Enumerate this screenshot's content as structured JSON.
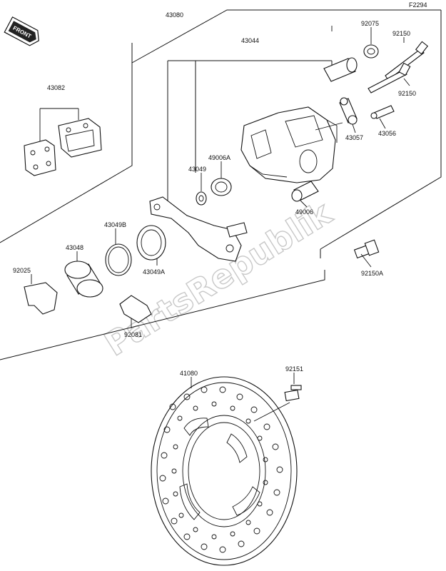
{
  "diagram": {
    "code": "F2294",
    "direction_label": "FRONT",
    "watermark": "PartsRepublik",
    "parts": [
      {
        "id": "p43080",
        "number": "43080"
      },
      {
        "id": "p43044",
        "number": "43044"
      },
      {
        "id": "p92075",
        "number": "92075"
      },
      {
        "id": "p92150a",
        "number": "92150"
      },
      {
        "id": "p92150b",
        "number": "92150"
      },
      {
        "id": "p43082",
        "number": "43082"
      },
      {
        "id": "p43056",
        "number": "43056"
      },
      {
        "id": "p43057",
        "number": "43057"
      },
      {
        "id": "p49006a",
        "number": "49006A"
      },
      {
        "id": "p43049",
        "number": "43049"
      },
      {
        "id": "p49006",
        "number": "49006"
      },
      {
        "id": "p43049b",
        "number": "43049B"
      },
      {
        "id": "p43048",
        "number": "43048"
      },
      {
        "id": "p92025",
        "number": "92025"
      },
      {
        "id": "p43049a",
        "number": "43049A"
      },
      {
        "id": "p92150a_lbl",
        "number": "92150A"
      },
      {
        "id": "p92081",
        "number": "92081"
      },
      {
        "id": "p41080",
        "number": "41080"
      },
      {
        "id": "p92151",
        "number": "92151"
      }
    ]
  }
}
